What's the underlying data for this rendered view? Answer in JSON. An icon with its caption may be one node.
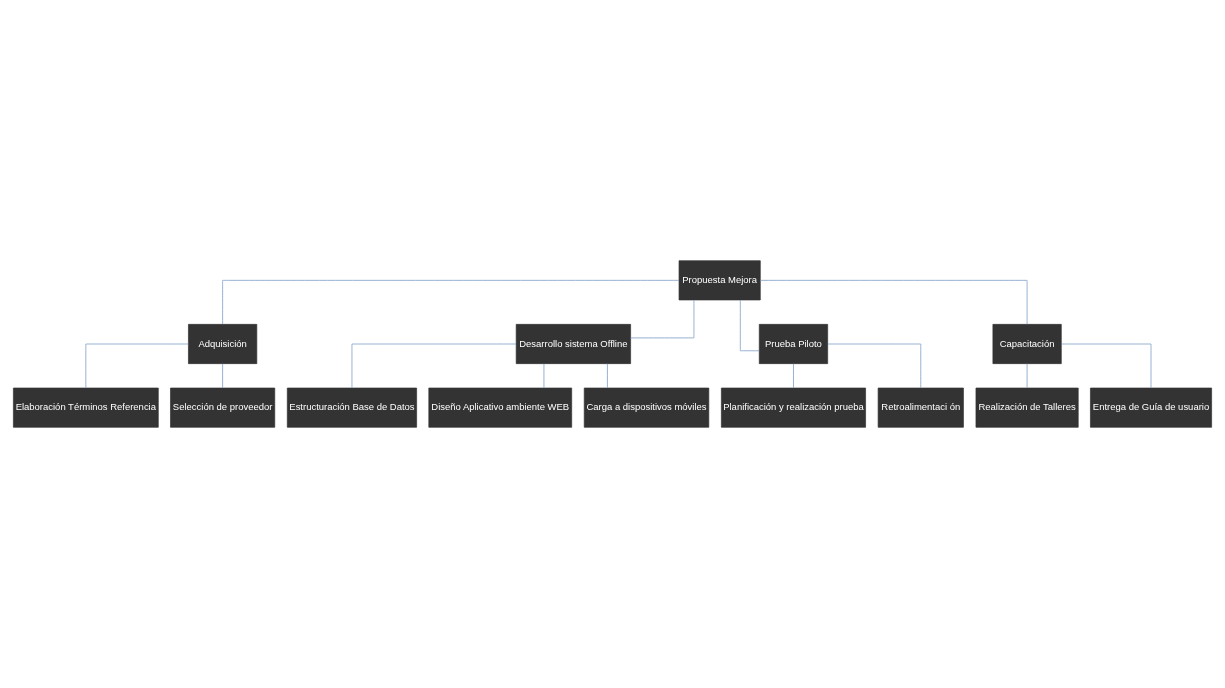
{
  "diagram": {
    "nodes": [
      {
        "text": [
          "Propuesta Mejora"
        ]
      },
      {
        "text": [
          "Adquisición"
        ]
      },
      {
        "text": [
          "Desarrollo sistema Offline"
        ]
      },
      {
        "text": [
          "Prueba Piloto"
        ]
      },
      {
        "text": [
          "Capacitación"
        ]
      },
      {
        "text": [
          "Elaboración Términos Referencia"
        ]
      },
      {
        "text": [
          "Selección de proveedor"
        ]
      },
      {
        "text": [
          "Estructuración Base de Datos"
        ]
      },
      {
        "text": [
          "Diseño Aplicativo ambiente WEB"
        ]
      },
      {
        "text": [
          "Carga a dispositivos móviles"
        ]
      },
      {
        "text": [
          "Planificación y realización prueba"
        ]
      },
      {
        "text": [
          "Retroalimentaci ón"
        ]
      },
      {
        "text": [
          "Realización de Talleres"
        ]
      },
      {
        "text": [
          "Entrega de Guía de usuario"
        ]
      }
    ],
    "edges": [
      {
        "from": 0,
        "to": 1,
        "arrow": "none"
      },
      {
        "from": 0,
        "to": 2,
        "arrow": "none"
      },
      {
        "from": 0,
        "to": 3,
        "arrow": "none"
      },
      {
        "from": 0,
        "to": 4,
        "arrow": "none"
      },
      {
        "from": 1,
        "to": 5,
        "arrow": "none"
      },
      {
        "from": 1,
        "to": 6,
        "arrow": "none"
      },
      {
        "from": 2,
        "to": 7,
        "arrow": "none"
      },
      {
        "from": 2,
        "to": 8,
        "arrow": "none"
      },
      {
        "from": 2,
        "to": 9,
        "arrow": "none"
      },
      {
        "from": 3,
        "to": 10,
        "arrow": "none"
      },
      {
        "from": 3,
        "to": 11,
        "arrow": "none"
      },
      {
        "from": 4,
        "to": 12,
        "arrow": "none"
      },
      {
        "from": 4,
        "to": 13,
        "arrow": "none"
      }
    ]
  }
}
